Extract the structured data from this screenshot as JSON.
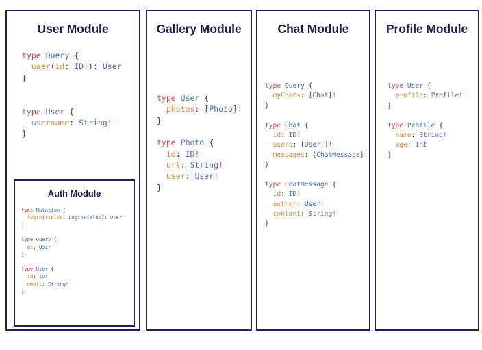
{
  "canvas": {
    "background": "#ffffff",
    "border_color": "#211f4b",
    "title_color": "#1f1d4a"
  },
  "syntax_colors": {
    "keyword": "#c0504d",
    "type_name": "#4a6fb5",
    "field_name": "#e08a3c",
    "value_type": "#4a6fb5",
    "non_null": "#d94f3d",
    "punctuation": "#3d3d3d"
  },
  "modules": [
    {
      "id": "user",
      "title": "User Module",
      "code": "type Query {\n  user(id: ID!): User\n}\n\n\ntype User {\n  username: String!\n}",
      "nested": {
        "id": "auth",
        "title": "Auth Module",
        "code": "type Mutation {\n  login(fields: LoginFields): User\n}\n\ntype Query {\n  me: User\n}\n\ntype User {\n  id: ID!\n  email: String!\n}"
      }
    },
    {
      "id": "gallery",
      "title": "Gallery Module",
      "code": "type User {\n  photos: [Photo]!\n}\n\ntype Photo {\n  id: ID!\n  url: String!\n  user: User!\n}"
    },
    {
      "id": "chat",
      "title": "Chat Module",
      "code": "type Query {\n  myChats: [Chat]!\n}\n\ntype Chat {\n  id: ID!\n  users: [User!]!\n  messages: [ChatMessage]!\n}\n\ntype ChatMessage {\n  id: ID!\n  author: User!\n  content: String!\n}"
    },
    {
      "id": "profile",
      "title": "Profile Module",
      "code": "type User {\n  profile: Profile!\n}\n\ntype Profile {\n  name: String!\n  age: Int\n}"
    }
  ]
}
